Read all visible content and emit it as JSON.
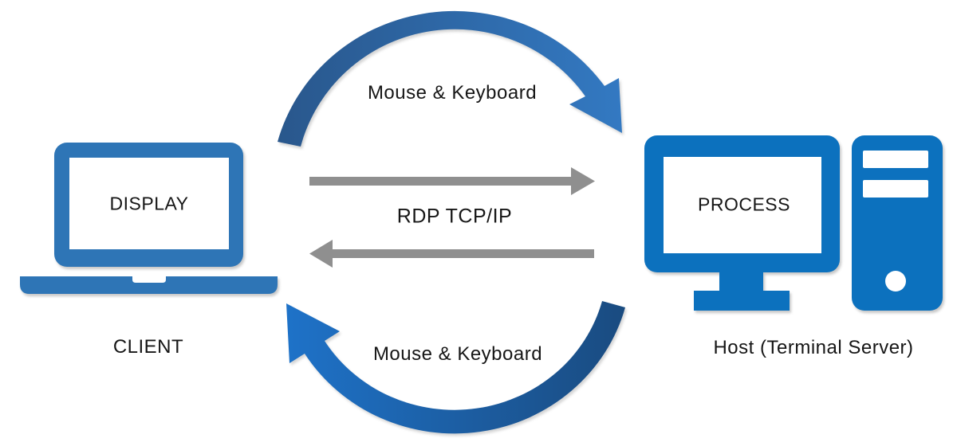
{
  "diagram": {
    "client": {
      "device_label": "DISPLAY",
      "caption": "CLIENT"
    },
    "host": {
      "device_label": "PROCESS",
      "caption": "Host (Terminal Server)"
    },
    "flows": {
      "top_arc_label": "Mouse & Keyboard",
      "middle_label": "RDP TCP/IP",
      "bottom_arc_label": "Mouse & Keyboard"
    }
  },
  "colors": {
    "laptop_blue": "#2E75B6",
    "monitor_blue": "#0C71BE",
    "top_arc_tail": "#29578C",
    "top_arc_head": "#3379C2",
    "bottom_arc_tail": "#1A4B80",
    "bottom_arc_head": "#1E72C8",
    "arrow_gray": "#8F8F8F",
    "screen_white": "#FFFFFF"
  }
}
